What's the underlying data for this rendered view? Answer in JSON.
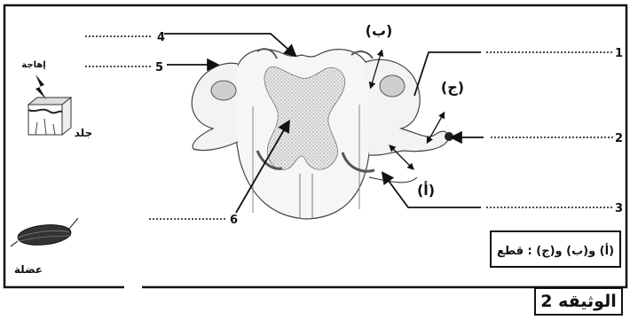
{
  "diagram": {
    "number_labels": [
      "1",
      "2",
      "3",
      "4",
      "5",
      "6"
    ],
    "letter_labels": {
      "a": "(أ)",
      "b": "(ب)",
      "c": "(ج)"
    },
    "stimulus_label": "إهاجة",
    "skin_label": "جلد",
    "muscle_label": "عضلة",
    "cut_note": "(أ) و(ب) و(ج) : قطع"
  },
  "document_title": "الوثيقه 2"
}
